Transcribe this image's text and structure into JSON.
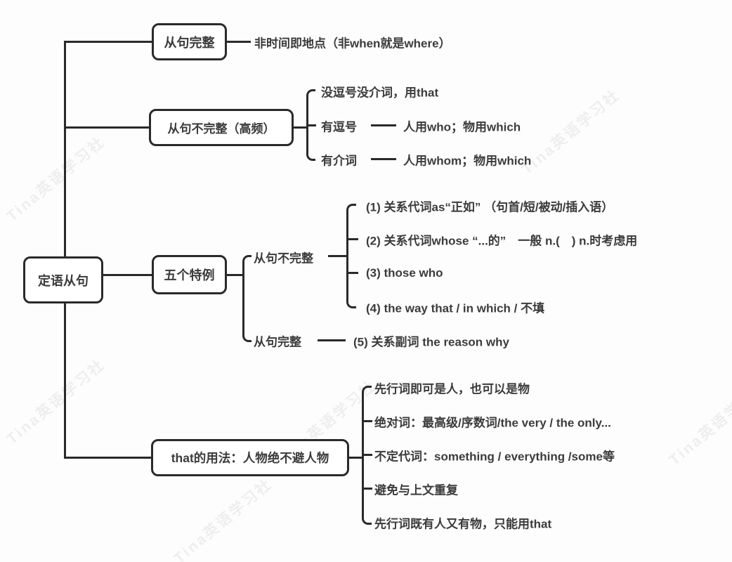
{
  "root": {
    "label": "定语从句"
  },
  "top": {
    "box": "从句完整",
    "note": "非时间即地点（非when就是where）"
  },
  "mid": {
    "box": "从句不完整（高频）",
    "items": [
      {
        "label": "没逗号没介词，用that",
        "detail": ""
      },
      {
        "label": "有逗号",
        "detail": "人用who；物用which"
      },
      {
        "label": "有介词",
        "detail": "人用whom；物用which"
      }
    ]
  },
  "five": {
    "box": "五个特例",
    "incomplete": {
      "label": "从句不完整",
      "items": [
        "(1) 关系代词as“正如” （句首/短/被动/插入语）",
        "(2) 关系代词whose “...的”　一般 n.(　) n.时考虑用",
        "(3)  those who",
        "(4) the way that / in which / 不填"
      ]
    },
    "complete": {
      "label": "从句完整",
      "item": "(5) 关系副词 the reason why"
    }
  },
  "that_usage": {
    "box": "that的用法：人物绝不避人物",
    "items": [
      "先行词即可是人，也可以是物",
      "绝对词：最高级/序数词/the very / the only...",
      "不定代词：something / everything /some等",
      "避免与上文重复",
      "先行词既有人又有物，只能用that"
    ]
  },
  "watermark": "Tina英语学习社"
}
